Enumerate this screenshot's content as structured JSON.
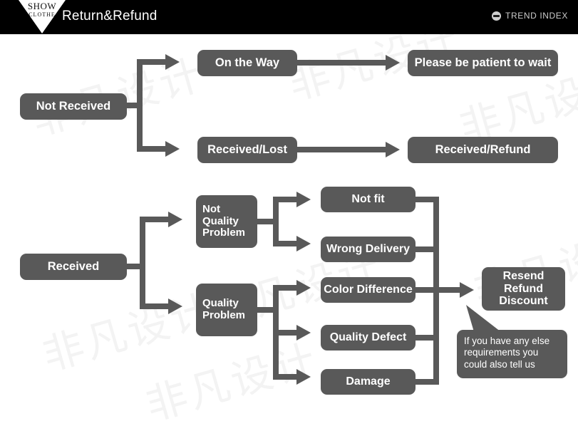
{
  "header": {
    "logo": {
      "line1": "SHOW",
      "line2": "CLOTHE",
      "icon": "inverted-triangle-logo"
    },
    "title": "Return&Refund",
    "brand": {
      "label": "TREND INDEX",
      "icon": "trend-index-circle-icon"
    },
    "background_color": "#000000",
    "text_color": "#ffffff"
  },
  "theme": {
    "node_fill": "#595959",
    "node_text": "#ffffff",
    "canvas_background": "#ffffff",
    "connector_color": "#595959"
  },
  "watermark": {
    "text": "非凡设计"
  },
  "flow": {
    "not_received": {
      "root": "Not Received",
      "branches": [
        {
          "stage": "On the Way",
          "outcome": "Please be patient to wait"
        },
        {
          "stage": "Received/Lost",
          "outcome": "Received/Refund"
        }
      ]
    },
    "received": {
      "root": "Received",
      "categories": [
        {
          "name": "Not\nQuality\nProblem",
          "line1": "Not",
          "line2": "Quality",
          "line3": "Problem",
          "reasons": [
            "Not fit",
            "Wrong Delivery"
          ]
        },
        {
          "name": "Quality\nProblem",
          "line1": "Quality",
          "line2": "Problem",
          "reasons": [
            "Color Difference",
            "Quality Defect",
            "Damage"
          ]
        }
      ],
      "resolution": {
        "line1": "Resend",
        "line2": "Refund",
        "line3": "Discount"
      },
      "callout": {
        "line1": "If you have any else",
        "line2": "requirements you",
        "line3": "could also tell us"
      }
    }
  }
}
